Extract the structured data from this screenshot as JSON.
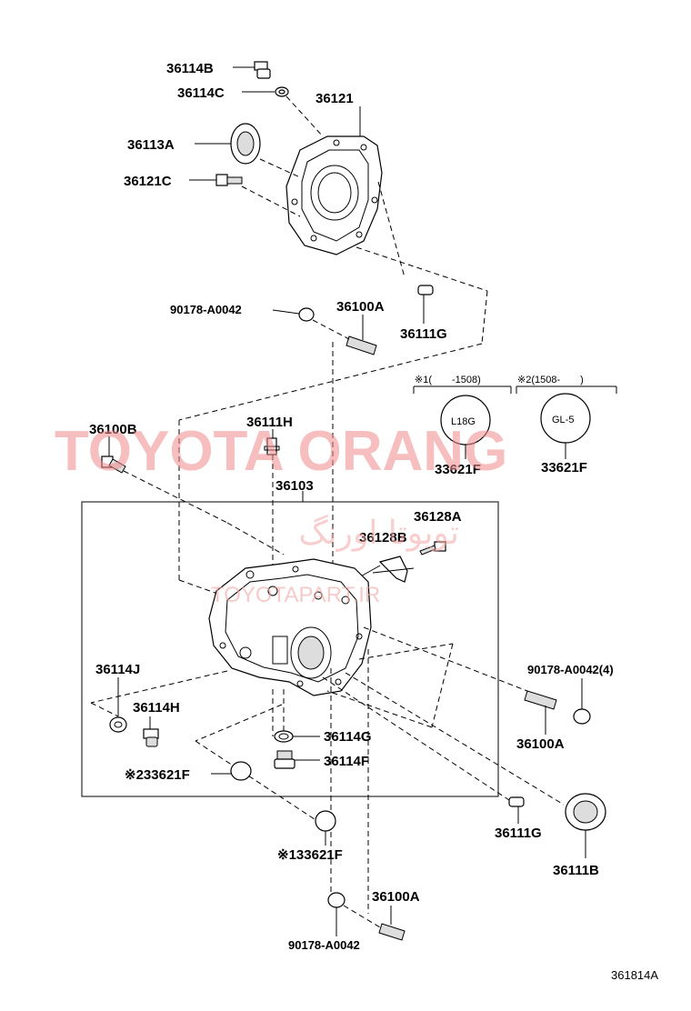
{
  "watermark": {
    "brand": "TOYOTA ORANG",
    "persian": "تویوتا اورنگ",
    "url": "TOYOTAPART.IR"
  },
  "labels": {
    "p36114B": "36114B",
    "p36114C": "36114C",
    "p36121": "36121",
    "p36113A": "36113A",
    "p36121C": "36121C",
    "p90178_top": "90178-A0042",
    "p36100A_top": "36100A",
    "p36111G_top": "36111G",
    "legend1": "※1(　　-1508)",
    "legend2": "※2(1508-　　)",
    "cap1_text": "L18G",
    "cap2_text": "GL-5",
    "p33621F_a": "33621F",
    "p33621F_b": "33621F",
    "p36100B": "36100B",
    "p36111H": "36111H",
    "p36103": "36103",
    "p36128A": "36128A",
    "p36128B": "36128B",
    "p36114J": "36114J",
    "p36114H": "36114H",
    "p36114G": "36114G",
    "p36114F": "36114F",
    "p33621F_left": "※233621F",
    "p33621F_bottom": "※133621F",
    "p90178_right": "90178-A0042(4)",
    "p36100A_right": "36100A",
    "p36111G_bottom": "36111G",
    "p36111B": "36111B",
    "p36100A_bottom": "36100A",
    "p90178_bottom": "90178-A0042",
    "diagram_code": "361814A"
  }
}
